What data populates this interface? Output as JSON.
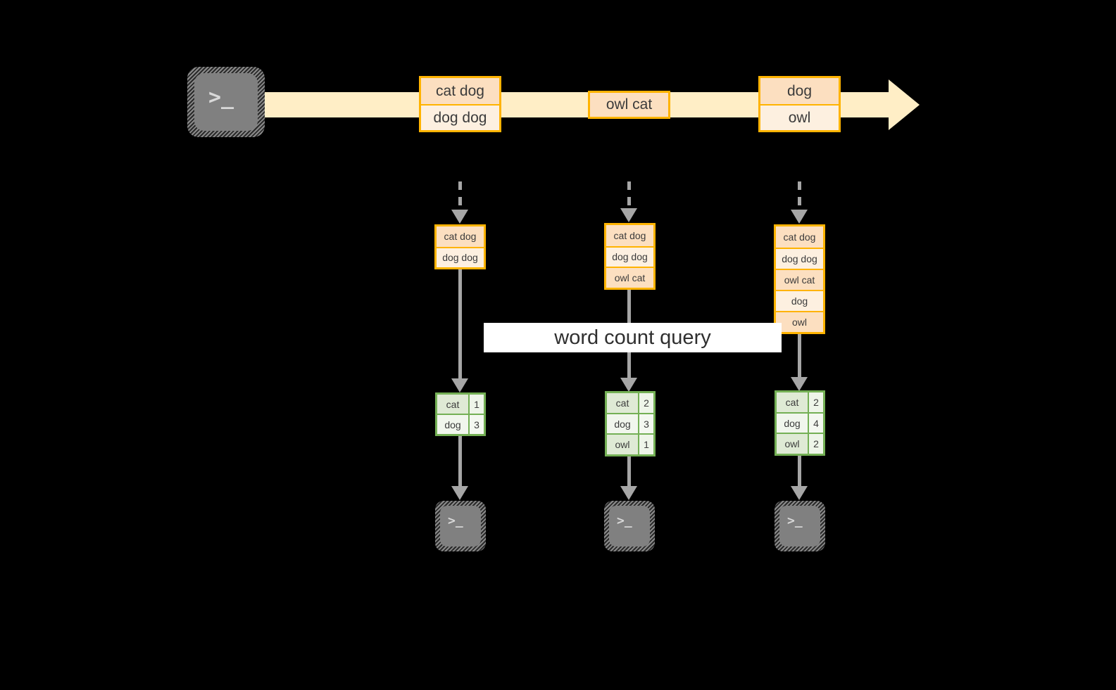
{
  "diagram": {
    "title_label": "word count query"
  },
  "source": {
    "icon": "terminal-icon",
    "glyph": ">_"
  },
  "stream": {
    "events": [
      {
        "id": "event-1",
        "lines": [
          "cat dog",
          "dog dog"
        ]
      },
      {
        "id": "event-2",
        "lines": [
          "owl cat"
        ]
      },
      {
        "id": "event-3",
        "lines": [
          "dog",
          "owl"
        ]
      }
    ]
  },
  "snapshots": [
    {
      "id": "snapshot-1",
      "log": [
        "cat dog",
        "dog dog"
      ],
      "result": {
        "rows": [
          {
            "word": "cat",
            "count": "1"
          },
          {
            "word": "dog",
            "count": "3"
          }
        ]
      },
      "sink": {
        "icon": "terminal-icon",
        "glyph": ">_"
      }
    },
    {
      "id": "snapshot-2",
      "log": [
        "cat dog",
        "dog dog",
        "owl cat"
      ],
      "result": {
        "rows": [
          {
            "word": "cat",
            "count": "2"
          },
          {
            "word": "dog",
            "count": "3"
          },
          {
            "word": "owl",
            "count": "1"
          }
        ]
      },
      "sink": {
        "icon": "terminal-icon",
        "glyph": ">_"
      }
    },
    {
      "id": "snapshot-3",
      "log": [
        "cat dog",
        "dog dog",
        "owl cat",
        "dog",
        "owl"
      ],
      "result": {
        "rows": [
          {
            "word": "cat",
            "count": "2"
          },
          {
            "word": "dog",
            "count": "4"
          },
          {
            "word": "owl",
            "count": "2"
          }
        ]
      },
      "sink": {
        "icon": "terminal-icon",
        "glyph": ">_"
      }
    }
  ],
  "colors": {
    "stream_band": "#ffeec6",
    "event_border": "#ffb300",
    "event_fill_shade": "#fcdfc0",
    "event_fill_light": "#fdf0e0",
    "result_border": "#74b055",
    "result_fill_shade": "#dfead5",
    "result_fill_light": "#f1f6ed",
    "arrow": "#a6a6a6",
    "terminal_body": "#808080",
    "label_background": "#ffffff"
  }
}
